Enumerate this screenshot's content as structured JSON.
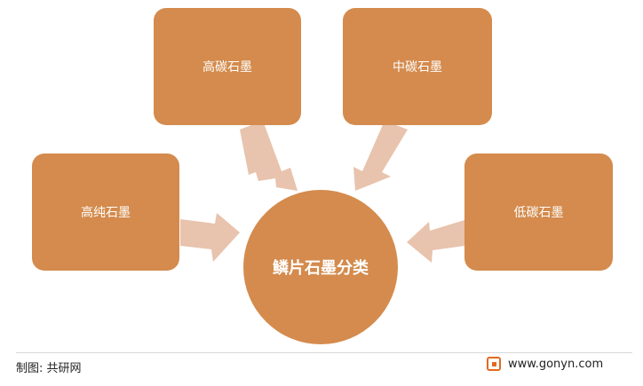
{
  "diagram": {
    "center": "鳞片石墨分类",
    "items": [
      "高碳石墨",
      "中碳石墨",
      "高纯石墨",
      "低碳石墨"
    ]
  },
  "footer": {
    "left": "制图: 共研网",
    "url": "www.gonyn.com"
  },
  "colors": {
    "box": "#d48b4d",
    "arrow": "#e8c3ad",
    "logo": "#e26a1f"
  }
}
